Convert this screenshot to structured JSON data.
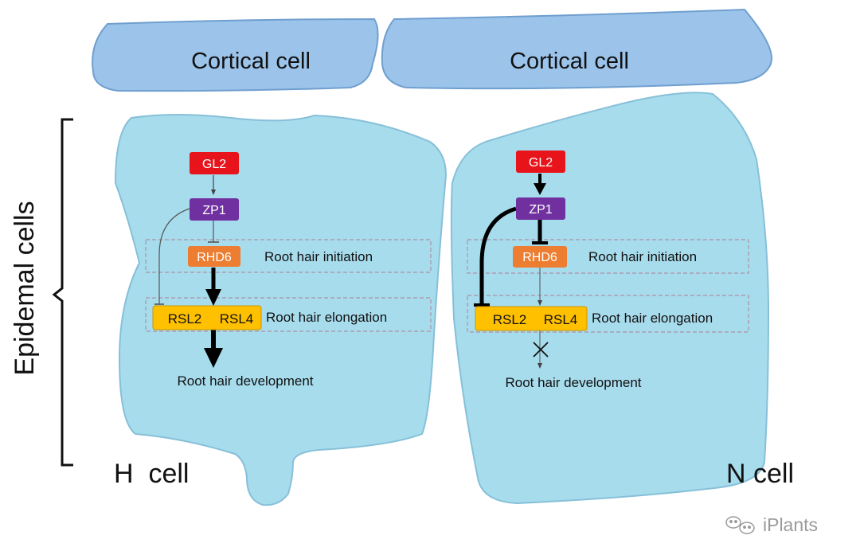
{
  "cortical_left": {
    "label": "Cortical cell"
  },
  "cortical_right": {
    "label": "Cortical cell"
  },
  "side_label": "Epidemal cells",
  "h_cell": {
    "label": "H  cell",
    "gl2": "GL2",
    "zp1": "ZP1",
    "rhd6": "RHD6",
    "rsl2": "RSL2",
    "rsl4": "RSL4",
    "initiation": "Root hair initiation",
    "elongation": "Root hair elongation",
    "development": "Root hair development"
  },
  "n_cell": {
    "label": "N cell",
    "gl2": "GL2",
    "zp1": "ZP1",
    "rhd6": "RHD6",
    "rsl2": "RSL2",
    "rsl4": "RSL4",
    "initiation": "Root hair initiation",
    "elongation": "Root hair elongation",
    "development": "Root hair development"
  },
  "watermark": "iPlants",
  "colors": {
    "cortical_fill": "#9cc3ea",
    "cell_fill": "#a7dced",
    "gl2": "#e8141b",
    "zp1": "#7030a0",
    "rhd6": "#ed7d31",
    "rsl": "#ffc000"
  }
}
